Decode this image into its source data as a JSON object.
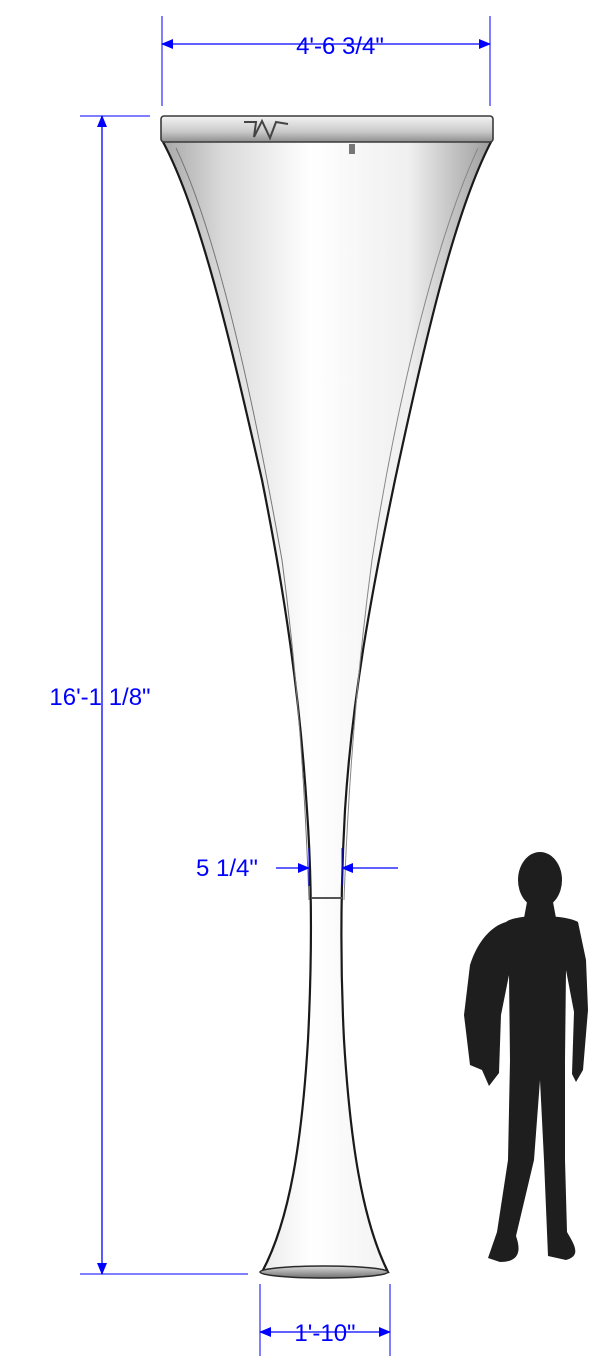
{
  "colors": {
    "dimension": "#0000ff",
    "outline": "#1a1a1a",
    "silhouette": "#1e1e1e"
  },
  "dimensions": {
    "top_width": "4'-6 3/4\"",
    "height": "16'-1 1/8\"",
    "neck_width": "5 1/4\"",
    "base_width": "1'-10\""
  },
  "figures": {
    "sculpture_icon": "tapered-column",
    "scale_figure_icon": "human-silhouette"
  }
}
